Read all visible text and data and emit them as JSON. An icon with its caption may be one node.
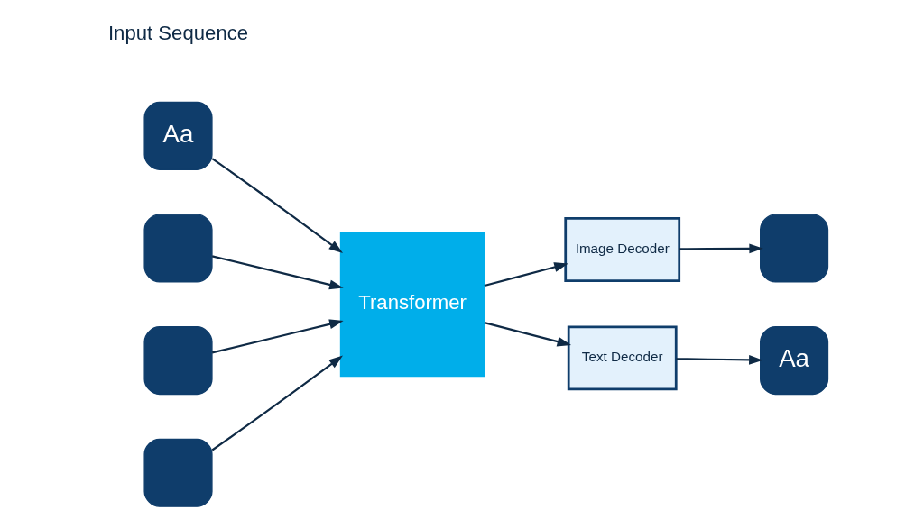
{
  "diagram": {
    "nodes": [
      {
        "text": [
          "Aa"
        ]
      },
      {
        "text": [],
        "shape": "box"
      },
      {
        "text": [],
        "shape": "box"
      },
      {
        "text": [],
        "shape": "box"
      },
      {
        "text": [
          "Transformer"
        ]
      },
      {
        "text": [
          "Image Decoder"
        ]
      },
      {
        "text": [
          "Text Decoder"
        ]
      },
      {
        "text": [],
        "shape": "box"
      },
      {
        "text": [
          "Aa"
        ]
      }
    ],
    "edges": [
      {
        "from": 0,
        "to": 4,
        "arrow": "to"
      },
      {
        "from": 1,
        "to": 4,
        "arrow": "to"
      },
      {
        "from": 2,
        "to": 4,
        "arrow": "to"
      },
      {
        "from": 3,
        "to": 4,
        "arrow": "to"
      },
      {
        "from": 4,
        "to": 5,
        "arrow": "to"
      },
      {
        "from": 4,
        "to": 6,
        "arrow": "to"
      },
      {
        "from": 5,
        "to": 7,
        "arrow": "to"
      },
      {
        "from": 6,
        "to": 8,
        "arrow": "to"
      }
    ],
    "labels": [
      "Input Sequence"
    ]
  }
}
